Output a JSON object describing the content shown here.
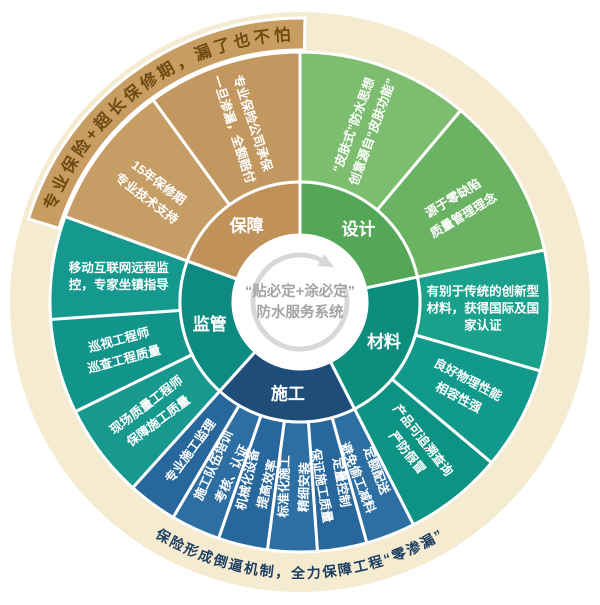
{
  "center": {
    "line1": "“贴必定+涂必定”",
    "line2": "防水服务系统"
  },
  "arc_top": {
    "text": "专业保险+超长保修期，漏了也不怕",
    "color": "#6f4b12"
  },
  "arc_bottom": {
    "text": "保险形成倒逼机制，全力保障工程“零渗漏”",
    "color": "#1d3f63"
  },
  "colors": {
    "page_bg": "#ffffff",
    "disc": "#f5ebd0",
    "divider": "#ffffff",
    "crescent": "#c79d63",
    "center_text": "#a3a3a3",
    "center_ring": "#d8d8d8"
  },
  "sectors": [
    {
      "id": "design",
      "label": "设计",
      "start": 0,
      "end": 78,
      "inner_color": "#55a758",
      "segments": [
        {
          "start": 0,
          "end": 40,
          "color": "#7cbd6f",
          "orient": "radial",
          "lines": [
            "“皮肤式”防水思想",
            "创意源自“皮肤功能”"
          ]
        },
        {
          "start": 40,
          "end": 78,
          "color": "#69b363",
          "orient": "radial",
          "lines": [
            "源于零缺陷",
            "质量管理理念"
          ]
        }
      ]
    },
    {
      "id": "material",
      "label": "材料",
      "start": 78,
      "end": 153,
      "inner_color": "#0d8d7b",
      "segments": [
        {
          "start": 78,
          "end": 106,
          "color": "#19a18c",
          "orient": "horizontal",
          "lines": [
            "有别于传统的创新型",
            "材料，获得国际及国",
            "家认证"
          ]
        },
        {
          "start": 106,
          "end": 130,
          "color": "#11998b",
          "orient": "radial",
          "lines": [
            "良好物理性能",
            "相容性强"
          ]
        },
        {
          "start": 130,
          "end": 153,
          "color": "#0d9384",
          "orient": "radial",
          "lines": [
            "产品可追溯查询",
            "严防假冒"
          ]
        }
      ]
    },
    {
      "id": "construction",
      "label": "施工",
      "start": 153,
      "end": 222,
      "inner_color": "#1d4d78",
      "segments": [
        {
          "start": 153,
          "end": 164.5,
          "color": "#2e6fa3",
          "orient": "radial",
          "lines": [
            "定额配送",
            "避免偷工减料"
          ]
        },
        {
          "start": 164.5,
          "end": 176,
          "color": "#28679c",
          "orient": "radial",
          "lines": [
            "定量控制",
            "保证施工质量"
          ]
        },
        {
          "start": 176,
          "end": 187.5,
          "color": "#2e6fa3",
          "orient": "radial",
          "lines": [
            "标准化施工",
            "精细安装"
          ]
        },
        {
          "start": 187.5,
          "end": 199,
          "color": "#28679c",
          "orient": "radial",
          "lines": [
            "机械化设备",
            "提高效率"
          ]
        },
        {
          "start": 199,
          "end": 210.5,
          "color": "#2e6fa3",
          "orient": "radial",
          "lines": [
            "施工队伍培训",
            "考核、认证"
          ]
        },
        {
          "start": 210.5,
          "end": 222,
          "color": "#28679c",
          "orient": "radial",
          "lines": [
            "专业施工监理"
          ]
        }
      ]
    },
    {
      "id": "supervision",
      "label": "监管",
      "start": 222,
      "end": 290,
      "inner_color": "#0d8b81",
      "segments": [
        {
          "start": 222,
          "end": 244,
          "color": "#17998e",
          "orient": "radial",
          "lines": [
            "现场质量工程师",
            "保障施工质量"
          ]
        },
        {
          "start": 244,
          "end": 266,
          "color": "#11948a",
          "orient": "radial",
          "lines": [
            "巡视工程师",
            "巡查工程质量"
          ]
        },
        {
          "start": 266,
          "end": 290,
          "color": "#15988d",
          "orient": "horizontal",
          "lines": [
            "移动互联网远程监",
            "控，专家坐镇指导"
          ]
        }
      ]
    },
    {
      "id": "guarantee",
      "label": "保障",
      "start": 290,
      "end": 360,
      "inner_color": "#c09158",
      "segments": [
        {
          "start": 290,
          "end": 324,
          "color": "#c79d66",
          "orient": "radial",
          "lines": [
            "15年保修期",
            "专业技术支持"
          ]
        },
        {
          "start": 324,
          "end": 360,
          "color": "#c39760",
          "orient": "radial",
          "lines": [
            "专业保险公司承保",
            "一旦渗漏，全额赔付"
          ]
        }
      ]
    }
  ]
}
